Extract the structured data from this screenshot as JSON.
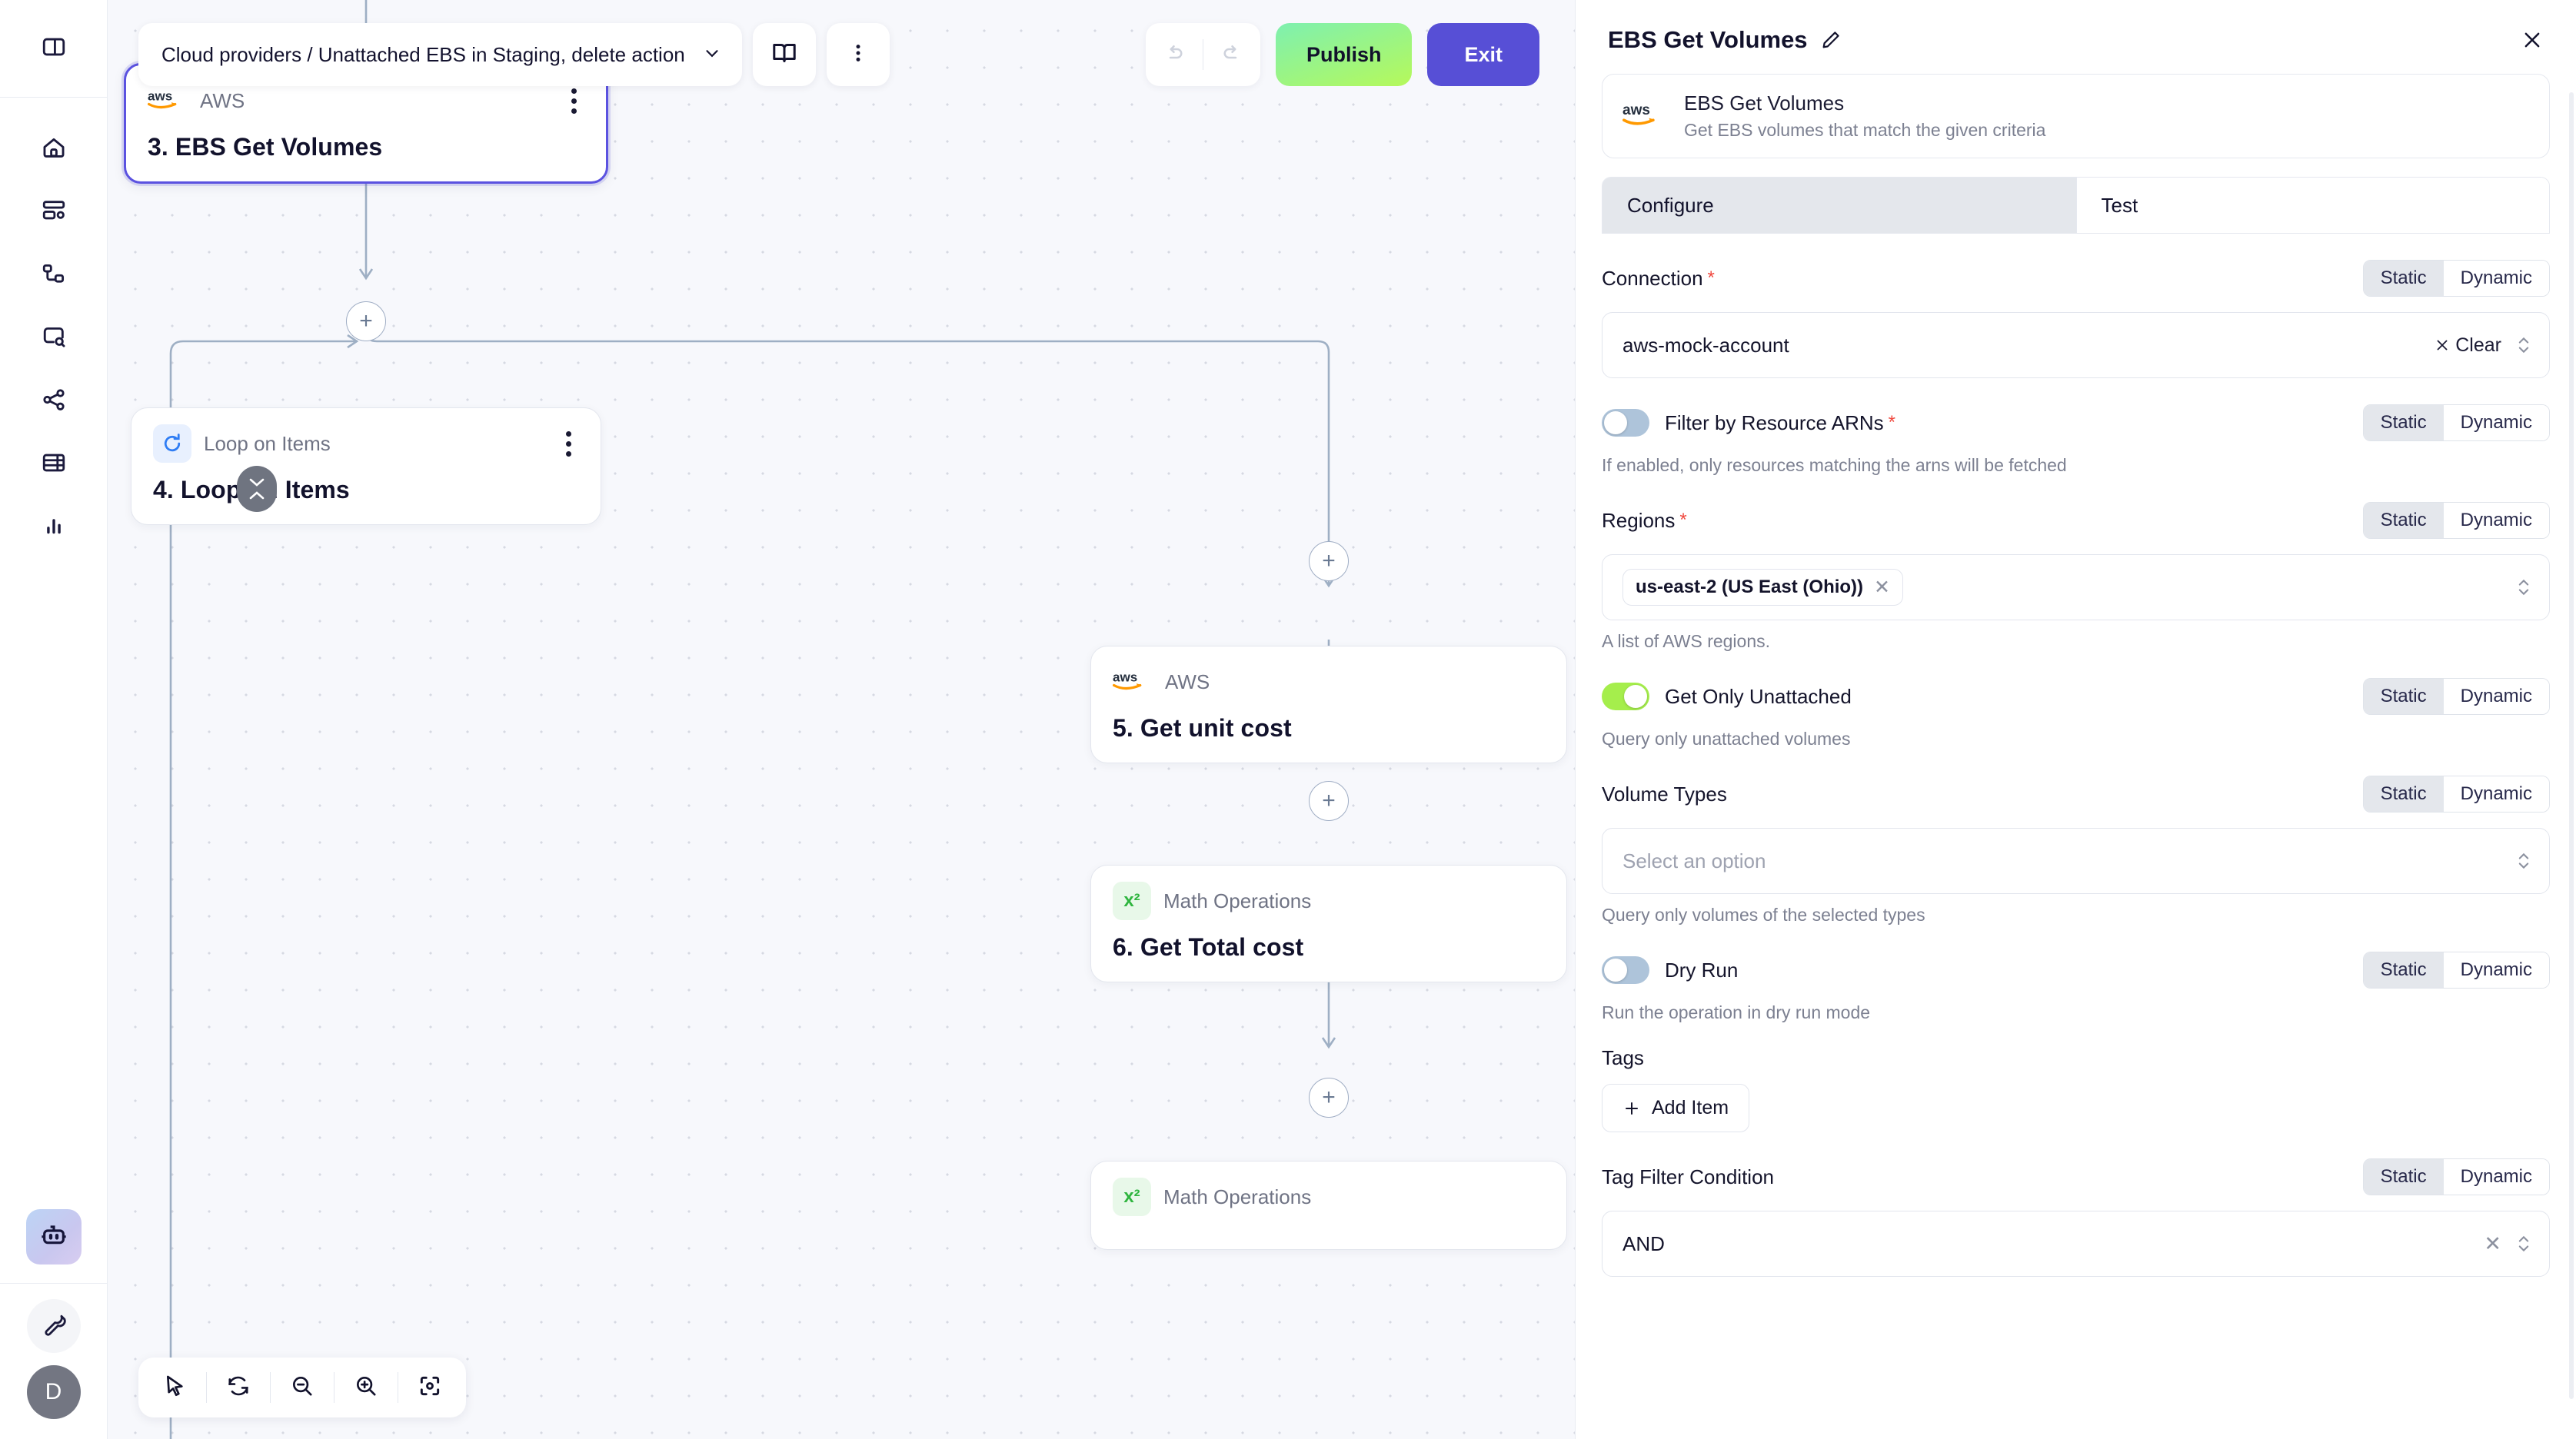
{
  "rail": {
    "items": [
      {
        "name": "panel-toggle",
        "icon": "sidebar-toggle-icon"
      },
      {
        "name": "home",
        "icon": "home-icon"
      },
      {
        "name": "workflows",
        "icon": "dashboard-settings-icon"
      },
      {
        "name": "connections",
        "icon": "nodes-icon"
      },
      {
        "name": "logs",
        "icon": "chat-search-icon"
      },
      {
        "name": "integrations",
        "icon": "share-icon"
      },
      {
        "name": "tables",
        "icon": "table-icon"
      },
      {
        "name": "analytics",
        "icon": "bar-chart-icon"
      }
    ],
    "agent_icon": "robot-icon",
    "tool_icon": "wrench-icon",
    "avatar_initial": "D"
  },
  "toolbar": {
    "workflow_path": "Cloud providers / Unattached EBS in Staging, delete action",
    "docs_icon": "book-icon",
    "more_icon": "three-dots-vertical-icon",
    "undo_icon": "undo-icon",
    "redo_icon": "redo-icon",
    "publish_label": "Publish",
    "exit_label": "Exit"
  },
  "bottom_toolbar": {
    "items": [
      {
        "name": "pointer-tool",
        "icon": "cursor-icon"
      },
      {
        "name": "reset-layout-tool",
        "icon": "refresh-icon"
      },
      {
        "name": "zoom-out-tool",
        "icon": "zoom-out-icon"
      },
      {
        "name": "zoom-in-tool",
        "icon": "zoom-in-icon"
      },
      {
        "name": "fit-view-tool",
        "icon": "focus-icon"
      }
    ]
  },
  "flow": {
    "nodes": [
      {
        "id": "n3",
        "kind": "AWS",
        "badge": "aws",
        "title": "3. EBS Get Volumes",
        "selected": true
      },
      {
        "id": "n4",
        "kind": "Loop on Items",
        "badge": "loop",
        "title": "4. Loop on Items",
        "selected": false
      },
      {
        "id": "n5",
        "kind": "AWS",
        "badge": "aws",
        "title": "5. Get unit cost",
        "selected": false
      },
      {
        "id": "n6",
        "kind": "Math Operations",
        "badge": "x²",
        "title": "6. Get Total cost",
        "selected": false
      },
      {
        "id": "n7",
        "kind": "Math Operations",
        "badge": "x²",
        "title": "",
        "selected": false
      }
    ],
    "add_label": "+"
  },
  "panel": {
    "title": "EBS Get Volumes",
    "edit_icon": "pencil-icon",
    "close_icon": "close-icon",
    "app": {
      "logo": "aws-logo",
      "name": "EBS Get Volumes",
      "description": "Get EBS volumes that match the given criteria"
    },
    "tabs": [
      {
        "label": "Configure",
        "active": true
      },
      {
        "label": "Test",
        "active": false
      }
    ],
    "mode_options": {
      "static": "Static",
      "dynamic": "Dynamic"
    },
    "fields": {
      "connection": {
        "label": "Connection",
        "required": true,
        "mode": "Static",
        "value": "aws-mock-account",
        "clear_label": "Clear"
      },
      "filter_arns": {
        "label": "Filter by Resource ARNs",
        "required": true,
        "mode": "Static",
        "enabled": false,
        "hint": "If enabled, only resources matching the arns will be fetched"
      },
      "regions": {
        "label": "Regions",
        "required": true,
        "mode": "Static",
        "chips": [
          "us-east-2 (US East (Ohio))"
        ],
        "hint": "A list of AWS regions."
      },
      "get_only_unattached": {
        "label": "Get Only Unattached",
        "required": false,
        "mode": "Static",
        "enabled": true,
        "hint": "Query only unattached volumes"
      },
      "volume_types": {
        "label": "Volume Types",
        "required": false,
        "mode": "Static",
        "placeholder": "Select an option",
        "hint": "Query only volumes of the selected types"
      },
      "dry_run": {
        "label": "Dry Run",
        "required": false,
        "mode": "Static",
        "enabled": false,
        "hint": "Run the operation in dry run mode"
      },
      "tags": {
        "label": "Tags",
        "add_item_label": "Add Item"
      },
      "tag_filter_condition": {
        "label": "Tag Filter Condition",
        "required": false,
        "mode": "Static",
        "value": "AND"
      }
    }
  }
}
